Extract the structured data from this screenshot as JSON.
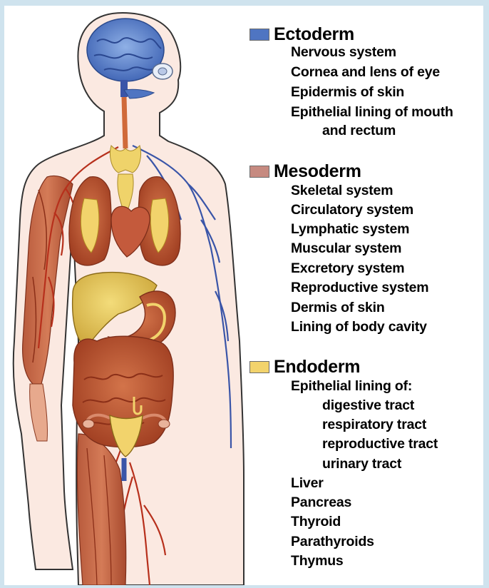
{
  "colors": {
    "ectoderm": "#4f75c2",
    "mesoderm": "#c68a80",
    "endoderm": "#f2d36c",
    "page_border": "#cfe3ee"
  },
  "figure": {
    "description_icons": [
      "human-body-icon",
      "brain-icon",
      "eye-icon",
      "thyroid-icon",
      "lungs-icon",
      "heart-icon",
      "liver-icon",
      "stomach-icon",
      "pancreas-icon",
      "intestines-icon",
      "uterus-icon",
      "arm-muscles-icon",
      "blood-vessels-icon",
      "nerves-icon",
      "leg-muscle-icon"
    ]
  },
  "legend": {
    "ectoderm": {
      "title": "Ectoderm",
      "items": [
        "Nervous system",
        "Cornea and lens of eye",
        "Epidermis of skin",
        "Epithelial lining of mouth",
        "and rectum"
      ]
    },
    "mesoderm": {
      "title": "Mesoderm",
      "items": [
        "Skeletal system",
        "Circulatory system",
        "Lymphatic system",
        "Muscular system",
        "Excretory system",
        "Reproductive system",
        "Dermis of skin",
        "Lining of body cavity"
      ]
    },
    "endoderm": {
      "title": "Endoderm",
      "items": [
        "Epithelial lining of:",
        "digestive tract",
        "respiratory tract",
        "reproductive tract",
        "urinary tract",
        "Liver",
        "Pancreas",
        "Thyroid",
        "Parathyroids",
        "Thymus"
      ]
    }
  }
}
